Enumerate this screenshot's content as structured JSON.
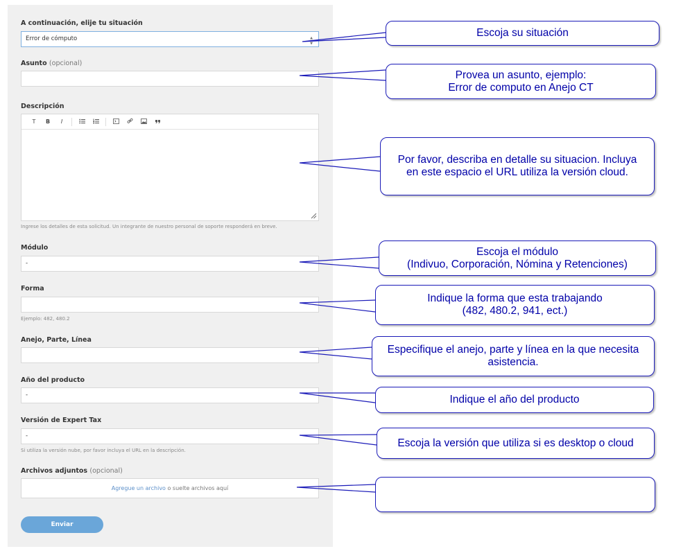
{
  "form": {
    "situacion": {
      "label": "A continuación, elije tu situación",
      "value": "Error de cómputo",
      "caret": "▲\n▼"
    },
    "asunto": {
      "label": "Asunto",
      "optional": "(opcional)",
      "value": ""
    },
    "descripcion": {
      "label": "Descripción",
      "toolbar": [
        "T",
        "B",
        "I",
        "bulleted-list-icon",
        "numbered-list-icon",
        "code-icon",
        "link-icon",
        "image-icon",
        "quote-icon"
      ],
      "help": "Ingrese los detalles de esta solicitud. Un integrante de nuestro personal de soporte responderá en breve."
    },
    "modulo": {
      "label": "Módulo",
      "value": "-"
    },
    "forma": {
      "label": "Forma",
      "value": "",
      "help": "Ejemplo: 482, 480.2"
    },
    "anejo": {
      "label": "Anejo, Parte, Línea",
      "value": ""
    },
    "anio": {
      "label": "Año del producto",
      "value": "-"
    },
    "version": {
      "label": "Versión de Expert Tax",
      "value": "-",
      "help": "Si utiliza la versión nube, por favor incluya el URL en la descripción."
    },
    "adjuntos": {
      "label": "Archivos adjuntos",
      "optional": "(opcional)",
      "link": "Agregue un archivo",
      "rest": " o suelte archivos aquí"
    },
    "submit": "Enviar"
  },
  "callouts": [
    {
      "lines": [
        "Escoja su situación"
      ]
    },
    {
      "lines": [
        "Provea un asunto, ejemplo:",
        "Error de computo en Anejo CT"
      ]
    },
    {
      "lines": [
        "Por favor, describa en detalle su situacion. Incluya",
        "en este espacio el URL utiliza la versión cloud."
      ]
    },
    {
      "lines": [
        "Escoja el módulo",
        "(Indivuo, Corporación, Nómina y Retenciones)"
      ]
    },
    {
      "lines": [
        "Indique la forma que esta trabajando",
        "(482, 480.2, 941, ect.)"
      ]
    },
    {
      "lines": [
        "Especifique el anejo, parte y línea en la que necesita",
        "asistencia."
      ]
    },
    {
      "lines": [
        "Indique el año del producto"
      ]
    },
    {
      "lines": [
        "Escoja la versión que utiliza si es desktop o cloud"
      ]
    },
    {
      "lines": []
    }
  ],
  "colors": {
    "callout_border": "#1a1ab8",
    "callout_text": "#0000a8",
    "submit_bg": "#6aa6d9",
    "panel_bg": "#f0f0f0"
  }
}
